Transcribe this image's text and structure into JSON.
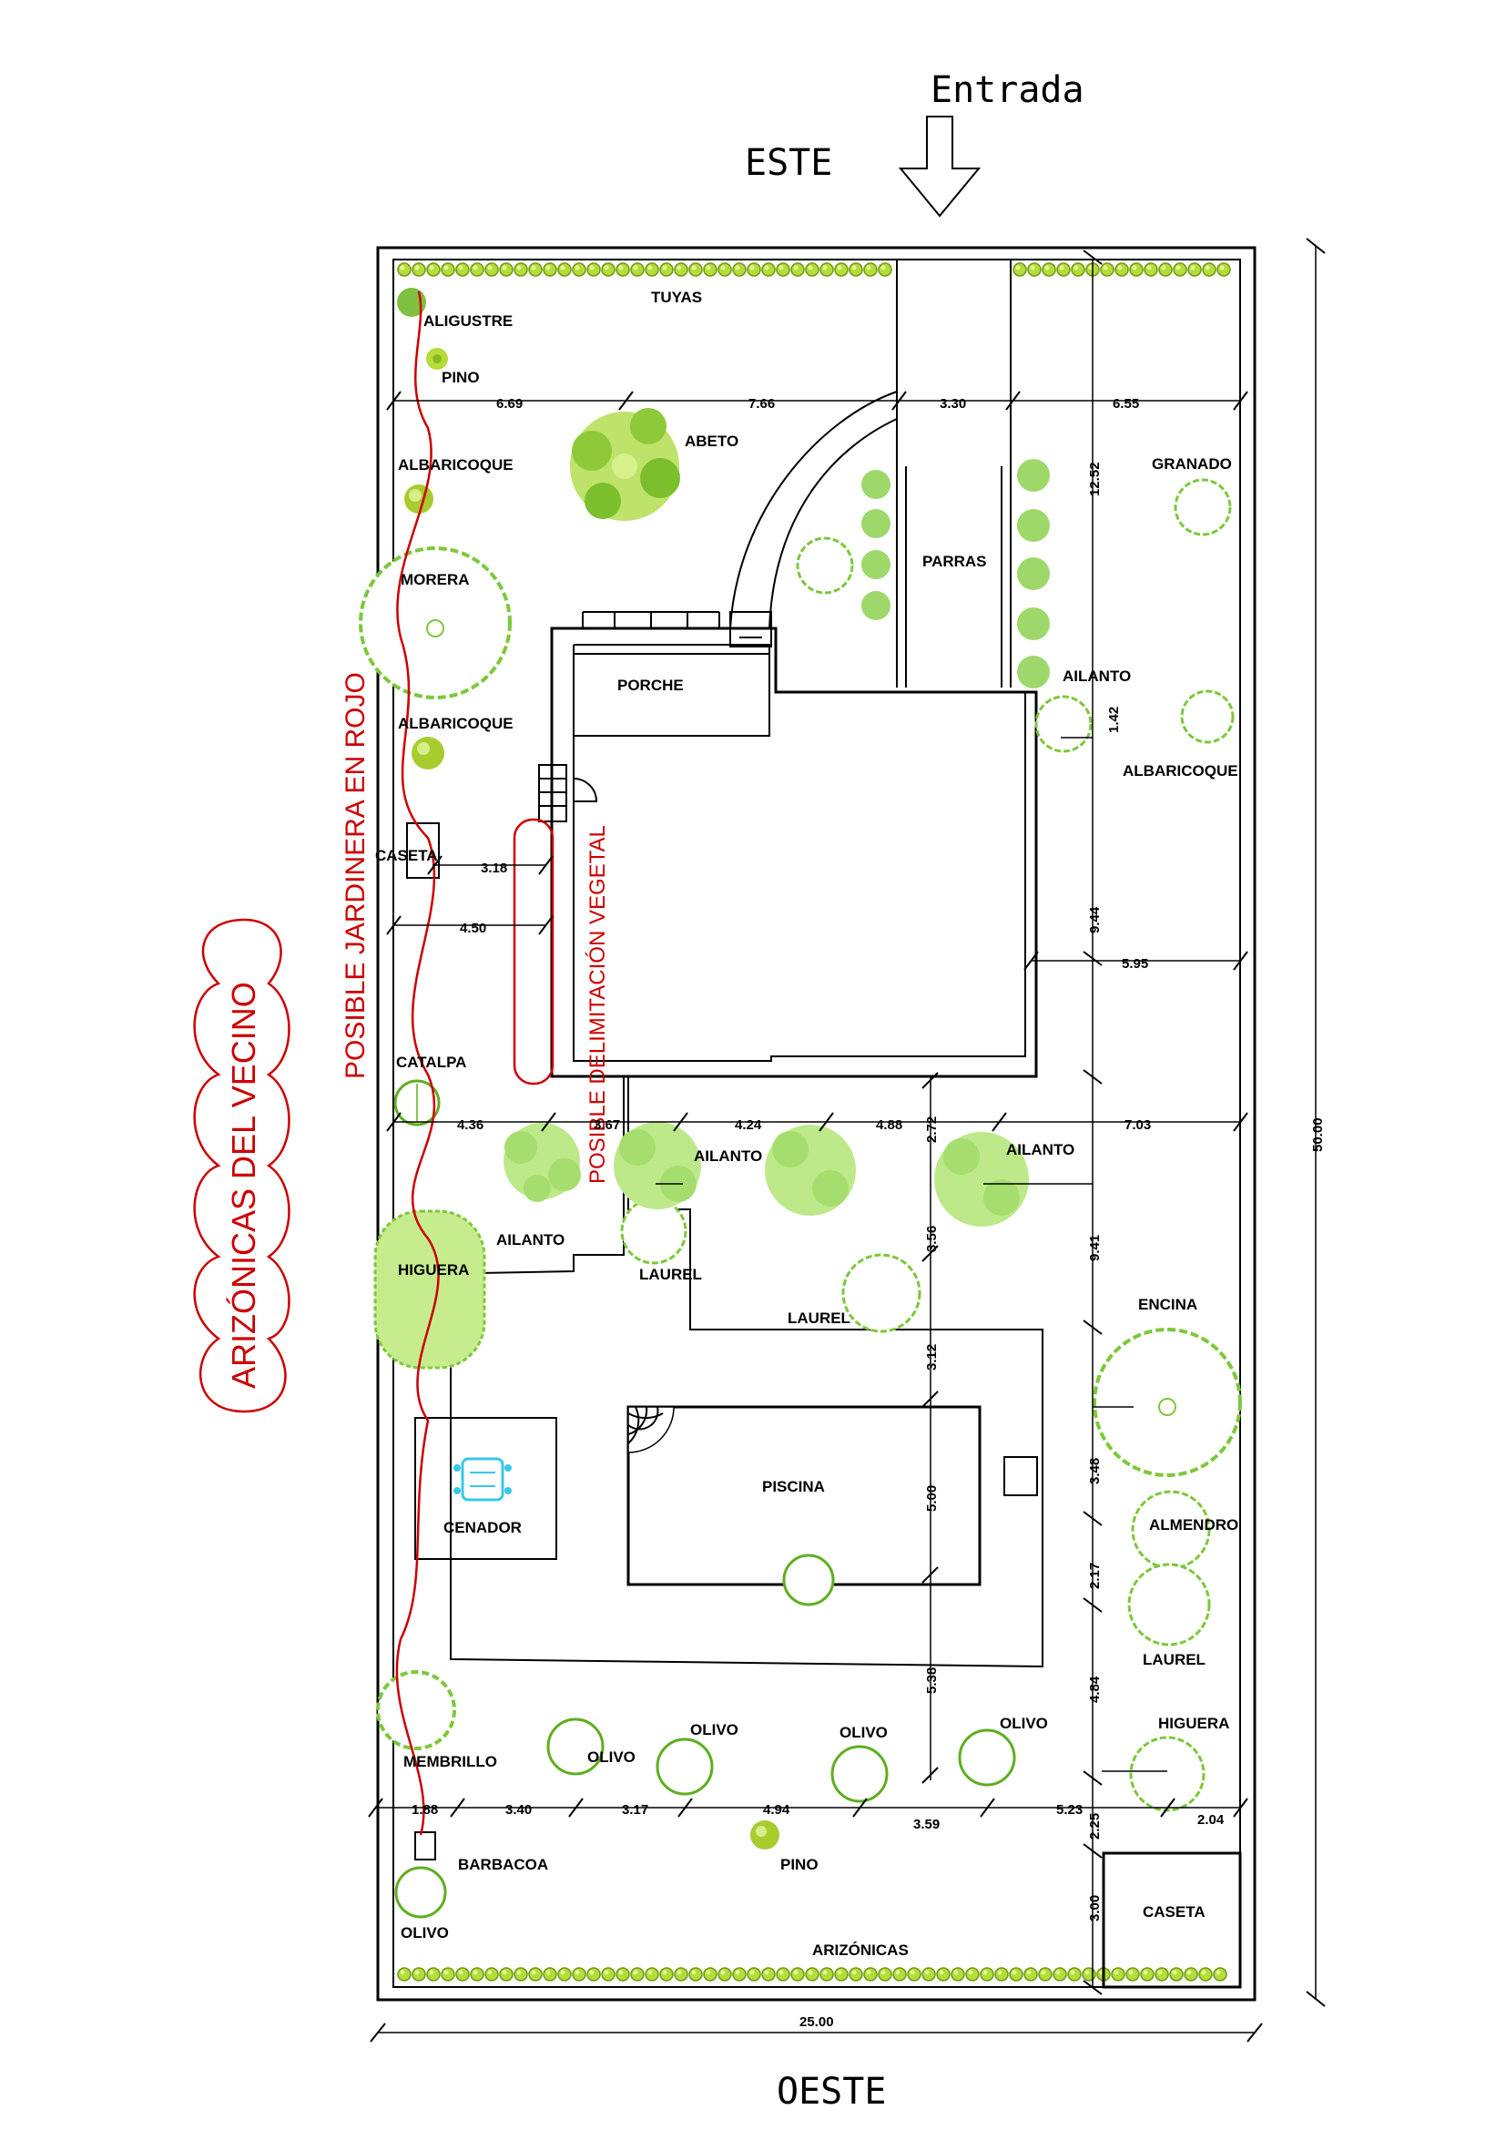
{
  "title": {
    "entrada": "Entrada",
    "este": "ESTE",
    "oeste": "OESTE"
  },
  "labels": {
    "tuyas": "TUYAS",
    "aligustre": "ALIGUSTRE",
    "pino_top": "PINO",
    "abeto": "ABETO",
    "albaricoque_1": "ALBARICOQUE",
    "morera": "MORERA",
    "albaricoque_2": "ALBARICOQUE",
    "granado": "GRANADO",
    "parras": "PARRAS",
    "porche": "PORCHE",
    "ailanto_right": "AILANTO",
    "albaricoque_right": "ALBARICOQUE",
    "caseta_left": "CASETA",
    "catalpa": "CATALPA",
    "ailanto_1": "AILANTO",
    "ailanto_2": "AILANTO",
    "ailanto_3": "AILANTO",
    "higuera_left": "HIGUERA",
    "laurel_1": "LAUREL",
    "laurel_2": "LAUREL",
    "encina": "ENCINA",
    "piscina": "PISCINA",
    "cenador": "CENADOR",
    "almendro": "ALMENDRO",
    "laurel_3": "LAUREL",
    "membrillo": "MEMBRILLO",
    "olivo_1": "OLIVO",
    "olivo_2": "OLIVO",
    "olivo_3": "OLIVO",
    "olivo_4": "OLIVO",
    "higuera_right": "HIGUERA",
    "barbacoa": "BARBACOA",
    "pino_bottom": "PINO",
    "olivo_5": "OLIVO",
    "arizonicas": "ARIZÓNICAS",
    "caseta_right": "CASETA"
  },
  "red_notes": {
    "jardinera": "POSIBLE  JARDINERA  EN  ROJO",
    "delimitacion": "POSIBLE  DELIMITACIÓN  VEGETAL",
    "vecino": "ARIZÓNICAS DEL VECINO"
  },
  "dimensions": {
    "d669": "6.69",
    "d766": "7.66",
    "d330": "3.30",
    "d655": "6.55",
    "d1252": "12.52",
    "d142": "1.42",
    "d318": "3.18",
    "d450": "4.50",
    "d944": "9.44",
    "d595": "5.95",
    "d436": "4.36",
    "d367": "3.67",
    "d424": "4.24",
    "d488": "4.88",
    "d272": "2.72",
    "d703": "7.03",
    "d356": "3.56",
    "d941": "9.41",
    "d312": "3.12",
    "d500": "5.00",
    "d348": "3.48",
    "d217": "2.17",
    "d484": "4.84",
    "d538": "5.38",
    "d188": "1.88",
    "d340": "3.40",
    "d317": "3.17",
    "d494": "4.94",
    "d359": "3.59",
    "d523": "5.23",
    "d204": "2.04",
    "d225": "2.25",
    "d300": "3.00",
    "d5000": "50.00",
    "d2500": "25.00"
  },
  "colors": {
    "tree_light": "#9be05a",
    "tree_dark": "#5fae1e",
    "hedge": "#b5dc3a",
    "red": "#cc0000",
    "dots": "#a070d0",
    "bench": "#38c8e8"
  }
}
